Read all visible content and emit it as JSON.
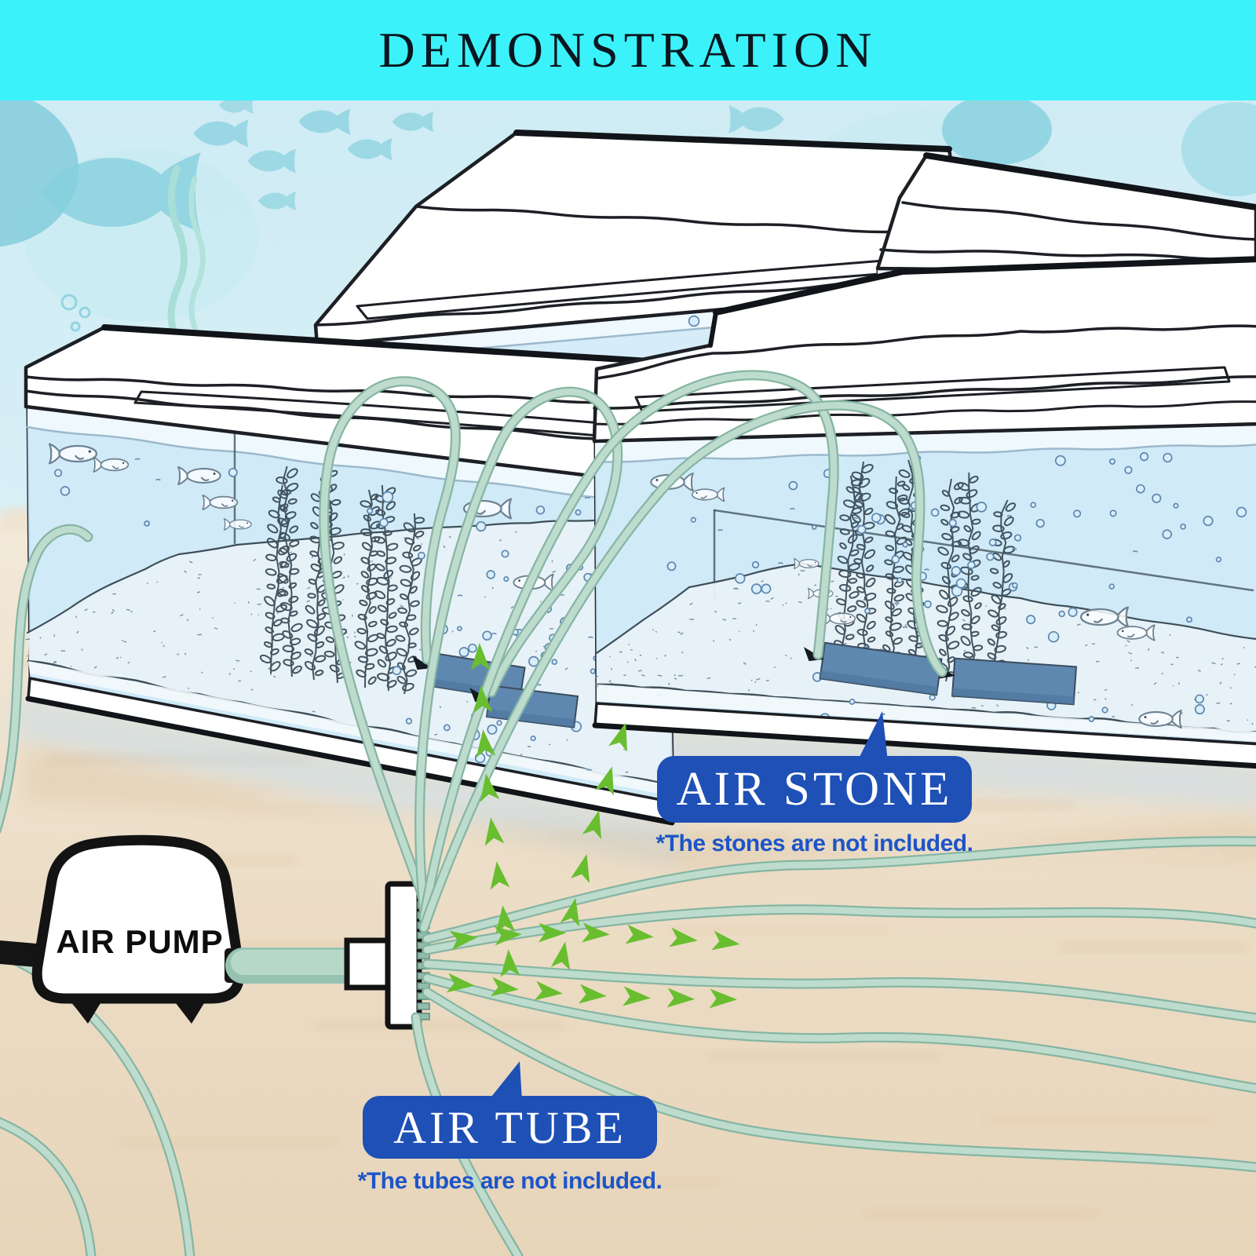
{
  "header": {
    "title": "DEMONSTRATION"
  },
  "air_pump": {
    "label": "AIR PUMP"
  },
  "callouts": {
    "air_stone": {
      "title": "AIR STONE",
      "note": "*The stones are not included."
    },
    "air_tube": {
      "title": "AIR TUBE",
      "note": "*The tubes are not included."
    }
  },
  "colors": {
    "header_bg": "#3CF2FA",
    "callout_bg": "#1E50B6",
    "note_text": "#1D55C8",
    "tube_green": "#BEDCCE",
    "arrow_green": "#68BE2E",
    "stone_blue": "#5F88B0",
    "water_blue": "#CFE9F7",
    "floor_beige": "#EDDFC9"
  }
}
